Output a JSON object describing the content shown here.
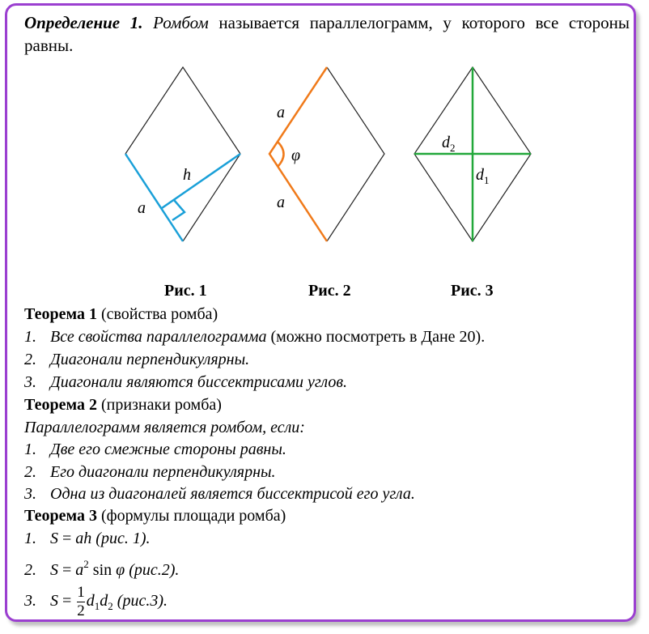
{
  "definition": {
    "term": "Определение 1.",
    "subject": "Ромбом",
    "text": " называется параллелограмм, у которого все стороны равны."
  },
  "figures": {
    "fig1": {
      "caption": "Рис. 1",
      "label_h": "h",
      "label_a": "a"
    },
    "fig2": {
      "caption": "Рис. 2",
      "label_a_top": "a",
      "label_phi": "φ",
      "label_a_bottom": "a"
    },
    "fig3": {
      "caption": "Рис. 3",
      "label_d2": "d",
      "label_d2_sub": "2",
      "label_d1": "d",
      "label_d1_sub": "1"
    }
  },
  "colors": {
    "frame": "#9b3fd0",
    "blue": "#1aa0d8",
    "orange": "#f07a1a",
    "green": "#22a83a",
    "outline": "#222222"
  },
  "theorem1": {
    "title": "Теорема 1",
    "subtitle": " (свойства ромба)",
    "items": [
      {
        "num": "1.",
        "italic": "Все свойства параллелограмма",
        "plain": " (можно посмотреть в Дане 20)."
      },
      {
        "num": "2.",
        "italic": "Диагонали перпендикулярны.",
        "plain": ""
      },
      {
        "num": "3.",
        "italic": "Диагонали являются биссектрисами углов.",
        "plain": ""
      }
    ]
  },
  "theorem2": {
    "title": "Теорема 2",
    "subtitle": " (признаки ромба)",
    "intro": "Параллелограмм является ромбом, если:",
    "items": [
      {
        "num": "1.",
        "italic": "Две его смежные стороны равны."
      },
      {
        "num": "2.",
        "italic": "Его диагонали перпендикулярны."
      },
      {
        "num": "3.",
        "italic": "Одна из диагоналей является биссектрисой его угла."
      }
    ]
  },
  "theorem3": {
    "title": "Теорема 3",
    "subtitle": " (формулы площади ромба)",
    "f1": {
      "num": "1.",
      "lhs": "S",
      "eq": " = ",
      "rhs": "ah",
      "ref": " (рис. 1)."
    },
    "f2": {
      "num": "2.",
      "lhs": "S",
      "eq": " = ",
      "base": "a",
      "exp": "2",
      "fn": " sin ",
      "phi": "φ",
      "ref": "  (рис.2)."
    },
    "f3": {
      "num": "3.",
      "lhs": "S",
      "eq": " = ",
      "num_frac": "1",
      "den_frac": "2",
      "d": "d",
      "s1": "1",
      "s2": "2",
      "ref": "  (рис.3)."
    }
  }
}
